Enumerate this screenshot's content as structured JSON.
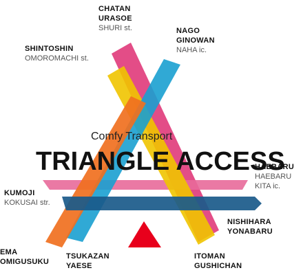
{
  "subtitle": "Comfy Transport",
  "title": "TRIANGLE ACCESS",
  "labels": {
    "top_center": [
      "CHATAN",
      "URASOE",
      "SHURI st."
    ],
    "top_left": [
      "SHINTOSHIN",
      "OMOROMACHI st."
    ],
    "top_right": [
      "NAGO",
      "GINOWAN",
      "NAHA ic."
    ],
    "mid_left": [
      "KUMOJI",
      "KOKUSAI str."
    ],
    "mid_right": [
      "HAEBARU",
      "HAEBARU",
      "KITA ic."
    ],
    "right_lower": [
      "NISHIHARA",
      "YONABARU"
    ],
    "bottom_left": [
      "EMA",
      "OMIGUSUKU"
    ],
    "bottom_center_left": [
      "TSUKAZAN",
      "YAESE"
    ],
    "bottom_center_right": [
      "ITOMAN",
      "GUSHICHAN"
    ]
  },
  "colors": {
    "pink": "#e03a7a",
    "yellow": "#f0c400",
    "blue": "#1aa0d0",
    "orange": "#f07020",
    "navy": "#1a5a8a",
    "red": "#e8001c"
  }
}
